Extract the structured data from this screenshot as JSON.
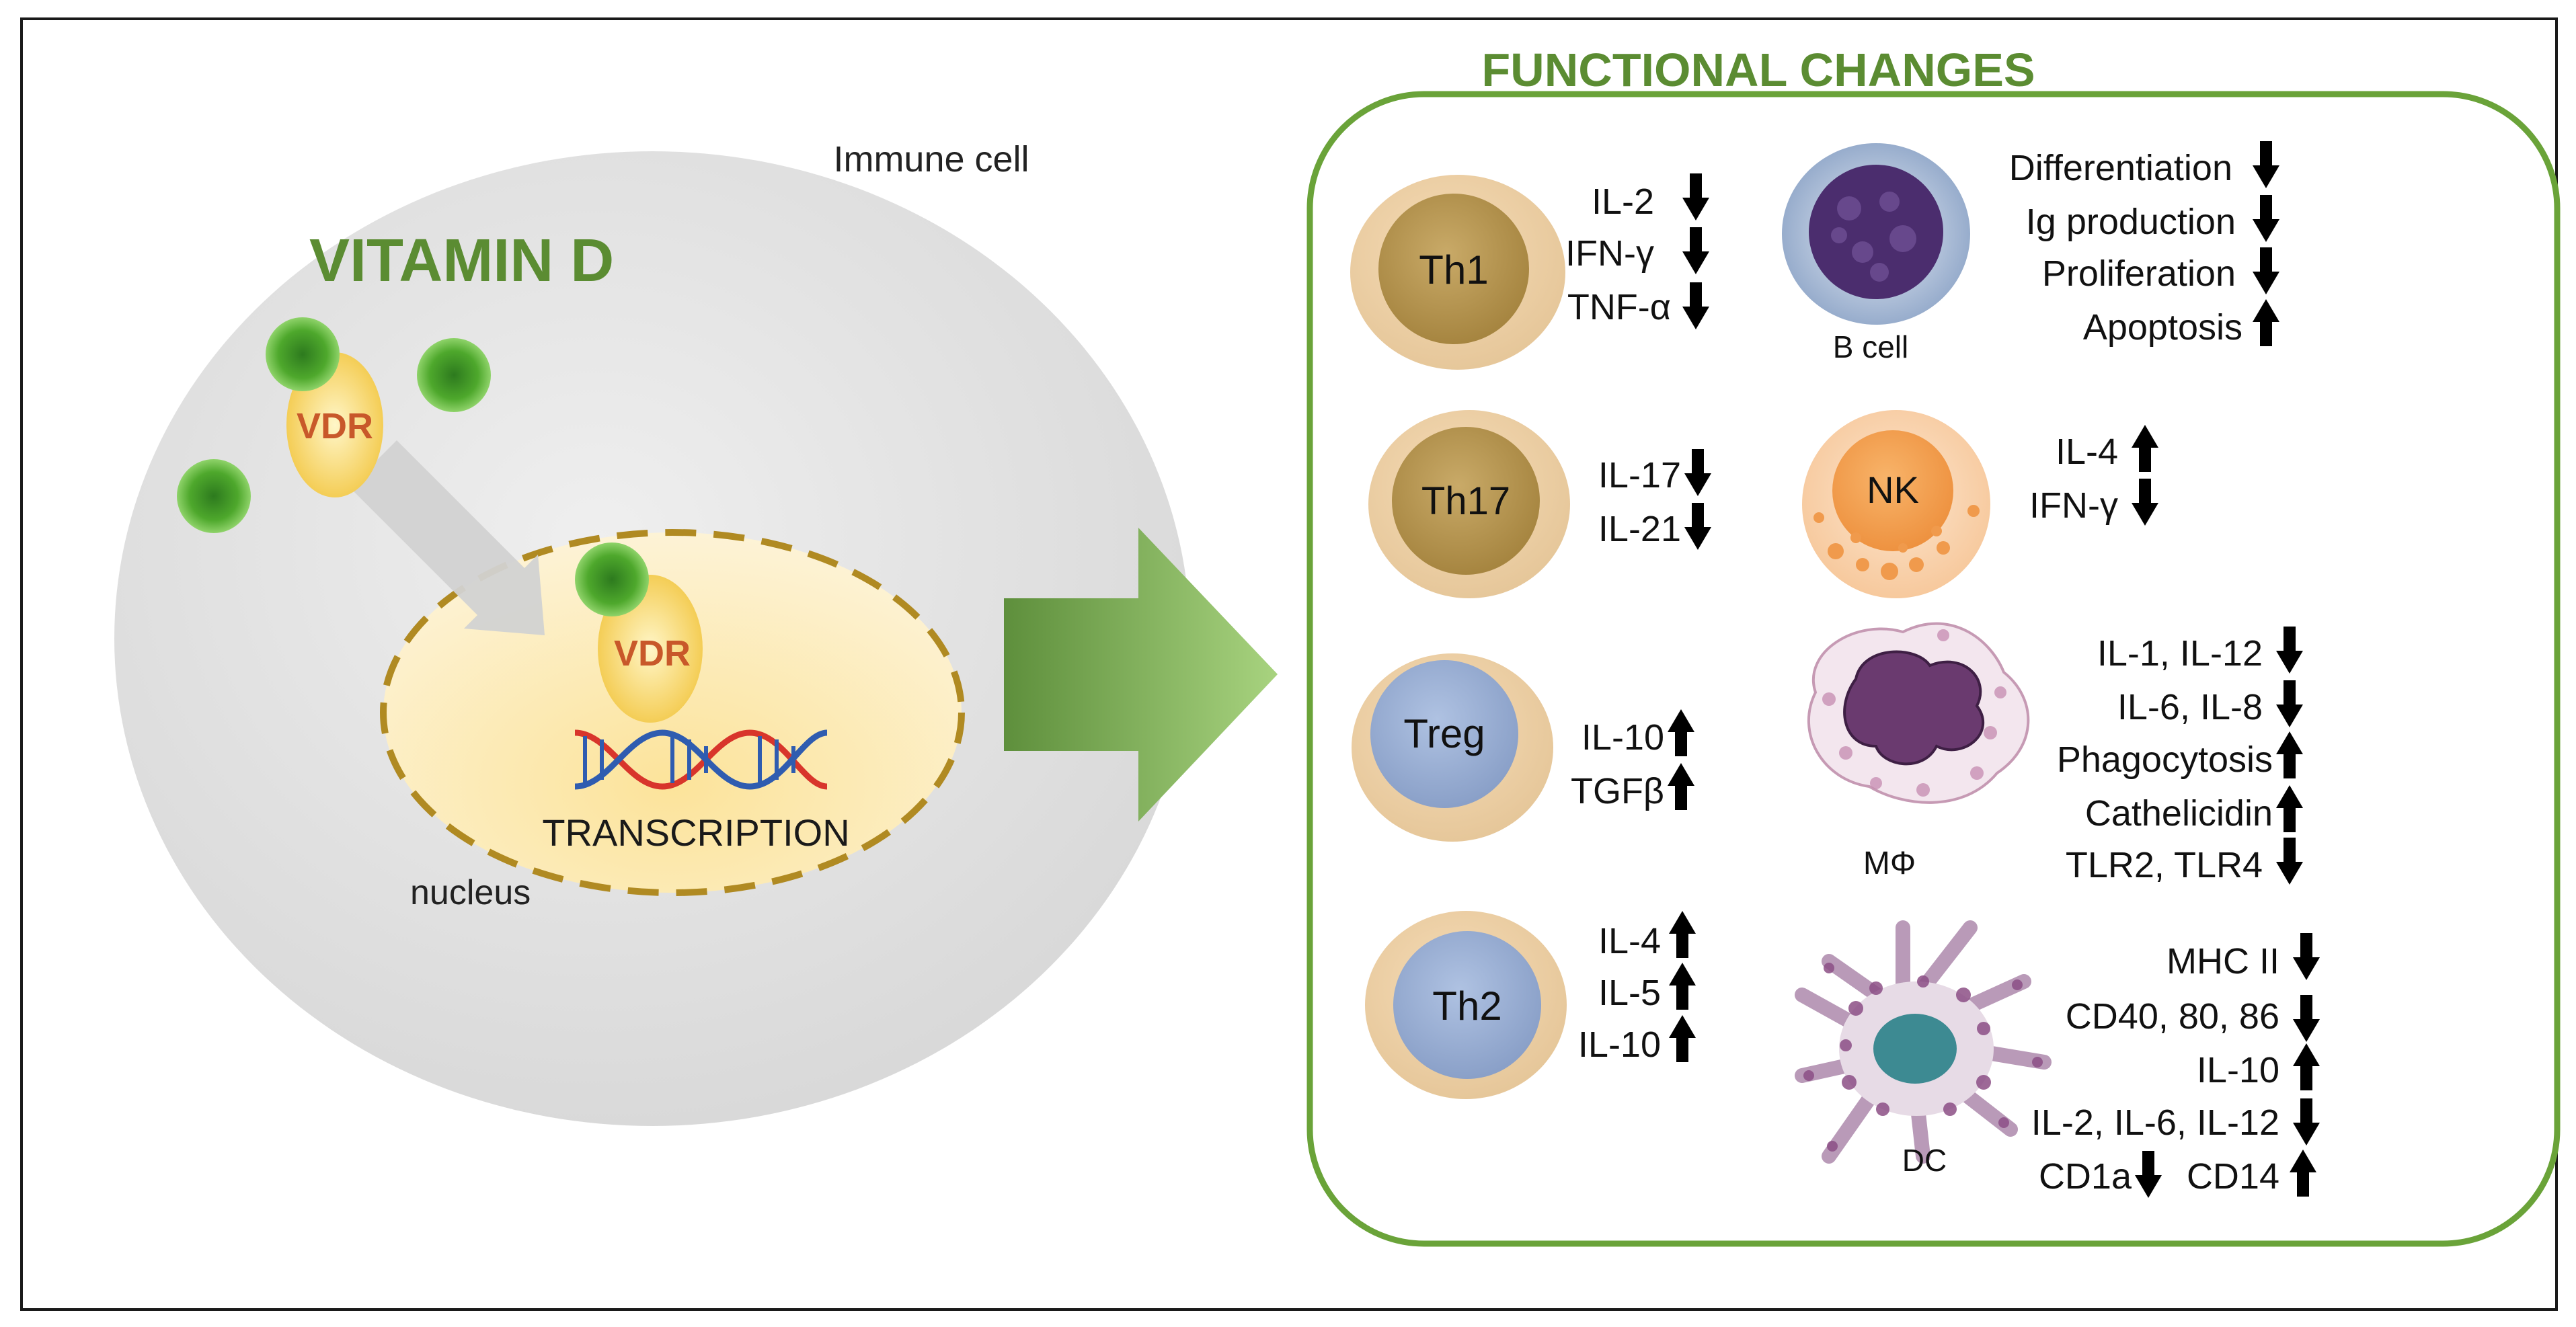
{
  "left_panel": {
    "cell_label": "Immune cell",
    "vitamin_title": "VITAMIN D",
    "vdr_label": "VDR",
    "vdr_nucleus_label": "VDR",
    "transcription_label": "TRANSCRIPTION",
    "nucleus_label": "nucleus"
  },
  "right_panel": {
    "title": "FUNCTIONAL CHANGES",
    "cells": {
      "th1": {
        "label": "Th1",
        "effects": [
          {
            "text": "IL-2",
            "dir": "down"
          },
          {
            "text": "IFN-γ",
            "dir": "down"
          },
          {
            "text": "TNF-α",
            "dir": "down"
          }
        ]
      },
      "th17": {
        "label": "Th17",
        "effects": [
          {
            "text": "IL-17",
            "dir": "down"
          },
          {
            "text": "IL-21",
            "dir": "down"
          }
        ]
      },
      "treg": {
        "label": "Treg",
        "effects": [
          {
            "text": "IL-10",
            "dir": "up"
          },
          {
            "text": "TGFβ",
            "dir": "up"
          }
        ]
      },
      "th2": {
        "label": "Th2",
        "effects": [
          {
            "text": "IL-4",
            "dir": "up"
          },
          {
            "text": "IL-5",
            "dir": "up"
          },
          {
            "text": "IL-10",
            "dir": "up"
          }
        ]
      },
      "bcell": {
        "label": "B cell",
        "effects": [
          {
            "text": "Differentiation",
            "dir": "down"
          },
          {
            "text": "Ig production",
            "dir": "down"
          },
          {
            "text": "Proliferation",
            "dir": "down"
          },
          {
            "text": "Apoptosis",
            "dir": "up"
          }
        ]
      },
      "nk": {
        "label": "NK",
        "effects": [
          {
            "text": "IL-4",
            "dir": "up"
          },
          {
            "text": "IFN-γ",
            "dir": "down"
          }
        ]
      },
      "macrophage": {
        "label": "MΦ",
        "effects": [
          {
            "text": "IL-1, IL-12",
            "dir": "down"
          },
          {
            "text": "IL-6, IL-8",
            "dir": "down"
          },
          {
            "text": "Phagocytosis",
            "dir": "up"
          },
          {
            "text": "Cathelicidin",
            "dir": "up"
          },
          {
            "text": "TLR2, TLR4",
            "dir": "down"
          }
        ]
      },
      "dc": {
        "label": "DC",
        "effects": [
          {
            "text": "MHC II",
            "dir": "down"
          },
          {
            "text": "CD40, 80, 86",
            "dir": "down"
          },
          {
            "text": "IL-10",
            "dir": "up"
          },
          {
            "text": "IL-2, IL-6, IL-12",
            "dir": "down"
          }
        ],
        "last_line": [
          {
            "text": "CD1a",
            "dir": "down"
          },
          {
            "text": "CD14",
            "dir": "up"
          }
        ]
      }
    }
  },
  "colors": {
    "green_text": "#5b8c32",
    "panel_border": "#6aa339",
    "vdr_text": "#c8582a",
    "cell_gray": "#e2e2e2",
    "nucleus_fill": "#fbe8a6",
    "nucleus_border": "#b08a22",
    "tcell_brown": "#b2924f",
    "tcell_blue": "#9aaed2",
    "nk_orange": "#f3a55a",
    "bcell_purple": "#4b2d6e",
    "dc_teal": "#3d8a92"
  }
}
